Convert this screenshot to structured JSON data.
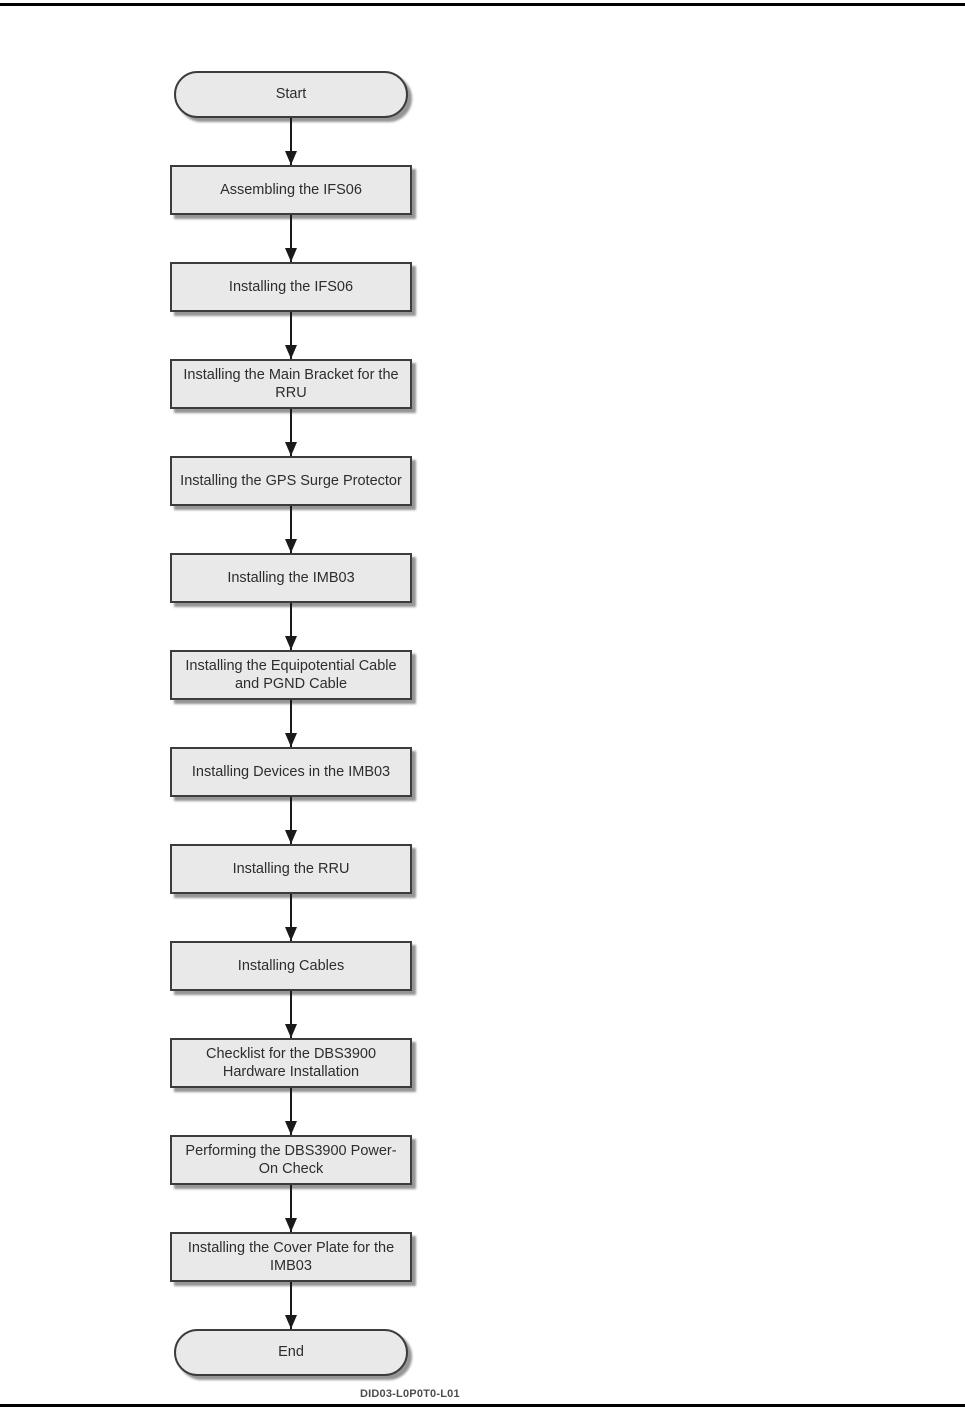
{
  "style": {
    "node_fill": "#e9e9e9",
    "node_border": "#3c3c3c",
    "node_shadow": "rgba(130,130,130,0.85)",
    "arrow_color": "#1a1a1a",
    "text_color": "#2d2d2d",
    "caption_color": "#4d4d4d",
    "rule_color": "#000000"
  },
  "flowchart": {
    "nodes": [
      {
        "type": "terminator",
        "label": "Start"
      },
      {
        "type": "process",
        "label": "Assembling the IFS06"
      },
      {
        "type": "process",
        "label": "Installing the IFS06"
      },
      {
        "type": "process",
        "label": "Installing the Main Bracket for the RRU"
      },
      {
        "type": "process",
        "label": "Installing the GPS Surge Protector"
      },
      {
        "type": "process",
        "label": "Installing the IMB03"
      },
      {
        "type": "process",
        "label": "Installing the Equipotential Cable and PGND Cable"
      },
      {
        "type": "process",
        "label": "Installing Devices in the IMB03"
      },
      {
        "type": "process",
        "label": "Installing the RRU"
      },
      {
        "type": "process",
        "label": "Installing Cables"
      },
      {
        "type": "process",
        "label": "Checklist for the DBS3900 Hardware Installation"
      },
      {
        "type": "process",
        "label": "Performing the DBS3900 Power-On Check"
      },
      {
        "type": "process",
        "label": "Installing the Cover Plate for the IMB03"
      },
      {
        "type": "terminator",
        "label": "End"
      }
    ],
    "caption": "DID03-L0P0T0-L01"
  }
}
